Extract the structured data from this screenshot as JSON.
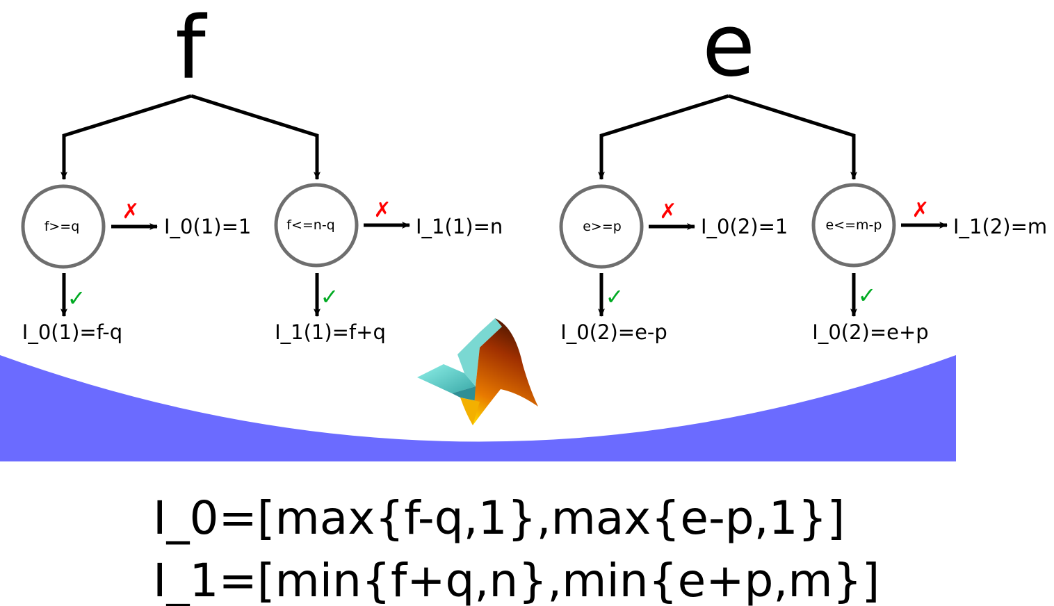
{
  "trees": [
    {
      "root": "f",
      "nodes": [
        {
          "cond": "f>=q",
          "fail": "I_0(1)=1",
          "pass": "I_0(1)=f-q"
        },
        {
          "cond": "f<=n-q",
          "fail": "I_1(1)=n",
          "pass": "I_1(1)=f+q"
        }
      ]
    },
    {
      "root": "e",
      "nodes": [
        {
          "cond": "e>=p",
          "fail": "I_0(2)=1",
          "pass": "I_0(2)=e-p"
        },
        {
          "cond": "e<=m-p",
          "fail": "I_1(2)=m",
          "pass": "I_0(2)=e+p"
        }
      ]
    }
  ],
  "marks": {
    "fail": "✗",
    "pass": "✓"
  },
  "formulas": {
    "line1": "I_0=[max{f-q,1},max{e-p,1}]",
    "line2": "I_1=[min{f+q,n},min{e+p,m}]"
  },
  "colors": {
    "band": "#6b6bff",
    "node_stroke": "#6e6e6e",
    "fail": "#ff0000",
    "pass": "#00aa22"
  },
  "logo": "matlab-membrane-logo"
}
